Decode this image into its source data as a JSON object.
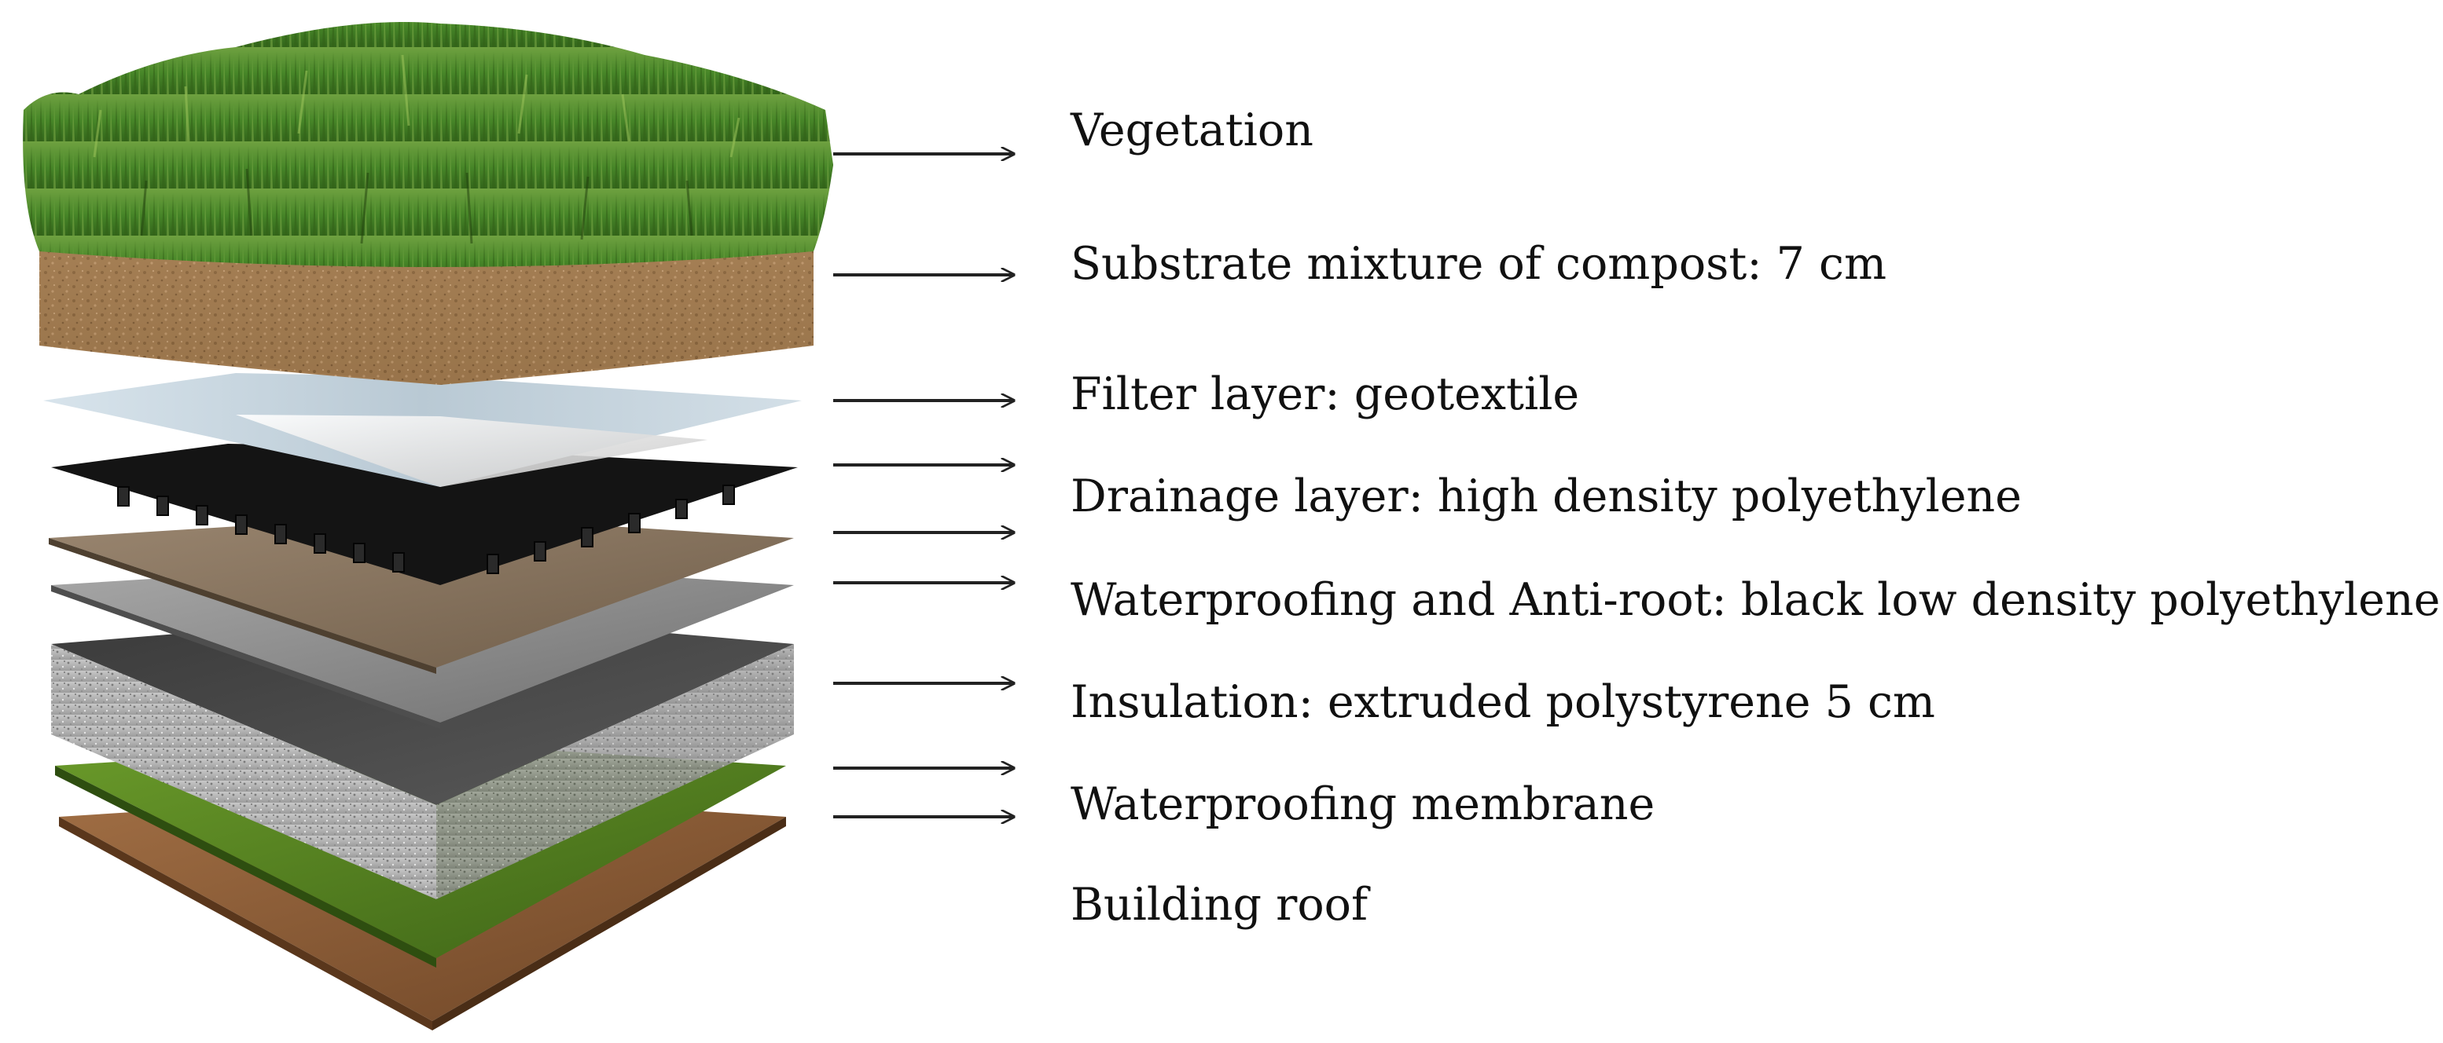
{
  "layers": [
    {
      "id": "vegetation",
      "label": "Vegetation"
    },
    {
      "id": "substrate",
      "label": "Substrate mixture of compost: 7 cm"
    },
    {
      "id": "filter",
      "label": "Filter layer: geotextile"
    },
    {
      "id": "drainage",
      "label": "Drainage layer: high density polyethylene"
    },
    {
      "id": "waterproofing-anti-root",
      "label": "Waterproofing and Anti-root: black low density polyethylene"
    },
    {
      "id": "insulation",
      "label": "Insulation: extruded polystyrene 5 cm"
    },
    {
      "id": "waterproofing-membrane",
      "label": "Waterproofing membrane"
    },
    {
      "id": "building-roof",
      "label": "Building roof"
    }
  ],
  "colors": {
    "grass": "#3f7a22",
    "soil": "#a07a50",
    "geotextile": "#c9d6df",
    "drainage": "#141414",
    "anti_root": "#8f8f8f",
    "insulation": "#bdbdbd",
    "membrane": "#4f7a1e",
    "roof": "#8a5a36",
    "arrow": "#222222",
    "text": "#111111"
  }
}
